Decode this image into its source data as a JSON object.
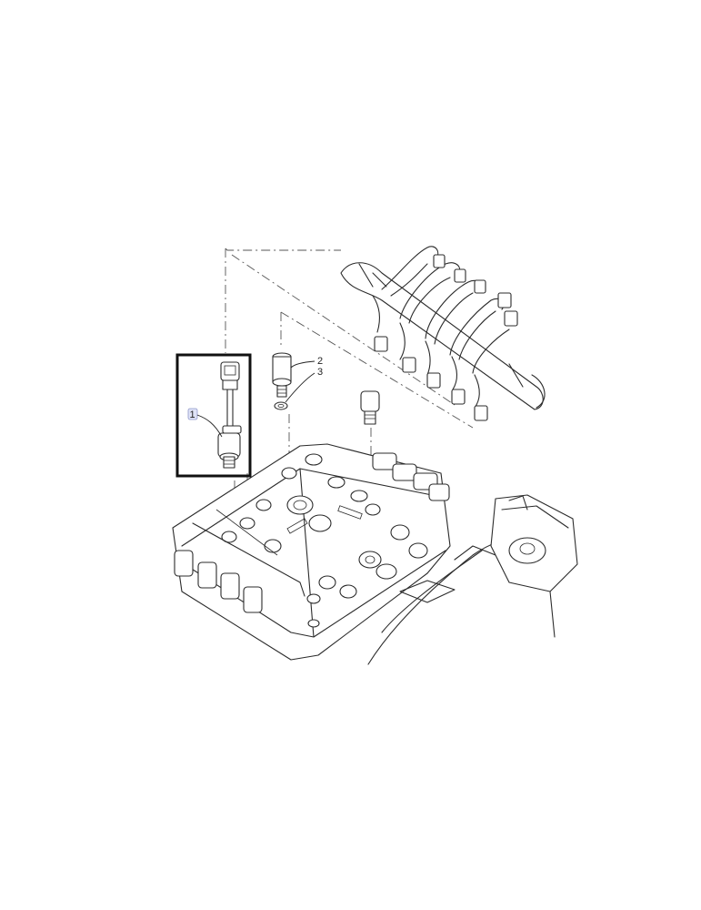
{
  "callouts": {
    "item_1": "1",
    "item_2": "2",
    "item_3": "3"
  },
  "colors": {
    "line": "#2b2b2b",
    "highlight_box": "#111111",
    "callout_highlight": "#dfe3f7"
  }
}
